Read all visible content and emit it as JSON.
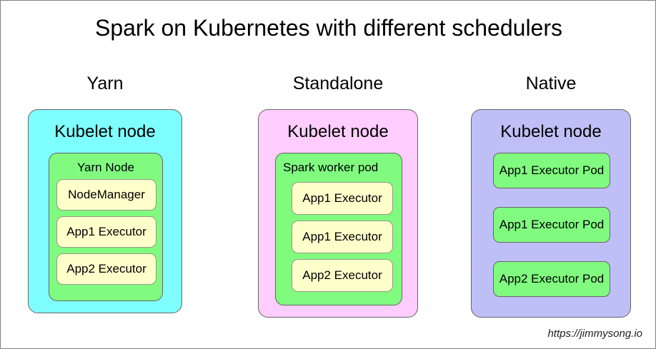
{
  "diagram": {
    "title": "Spark on Kubernetes with different schedulers",
    "watermark": "https://jimmysong.io",
    "background_color": "#ffffff",
    "border_color": "#808080"
  },
  "columns": [
    {
      "header": "Yarn",
      "node": {
        "title": "Kubelet node",
        "color": "#7ffeff"
      },
      "group": {
        "title": "Yarn Node",
        "color": "#80fb80",
        "title_align": "center"
      },
      "leaves": [
        {
          "label": "NodeManager",
          "color": "#ffffcc"
        },
        {
          "label": "App1 Executor",
          "color": "#ffffcc"
        },
        {
          "label": "App2 Executor",
          "color": "#ffffcc"
        }
      ]
    },
    {
      "header": "Standalone",
      "node": {
        "title": "Kubelet node",
        "color": "#ffcdff"
      },
      "group": {
        "title": "Spark worker pod",
        "color": "#80fb80",
        "title_align": "left"
      },
      "leaves": [
        {
          "label": "App1 Executor",
          "color": "#ffffcc"
        },
        {
          "label": "App1 Executor",
          "color": "#ffffcc"
        },
        {
          "label": "App2 Executor",
          "color": "#ffffcc"
        }
      ]
    },
    {
      "header": "Native",
      "node": {
        "title": "Kubelet node",
        "color": "#bfbff7"
      },
      "group": null,
      "leaves": [
        {
          "label": "App1 Executor Pod",
          "color": "#80fb80"
        },
        {
          "label": "App1 Executor Pod",
          "color": "#80fb80"
        },
        {
          "label": "App2 Executor Pod",
          "color": "#80fb80"
        }
      ]
    }
  ]
}
